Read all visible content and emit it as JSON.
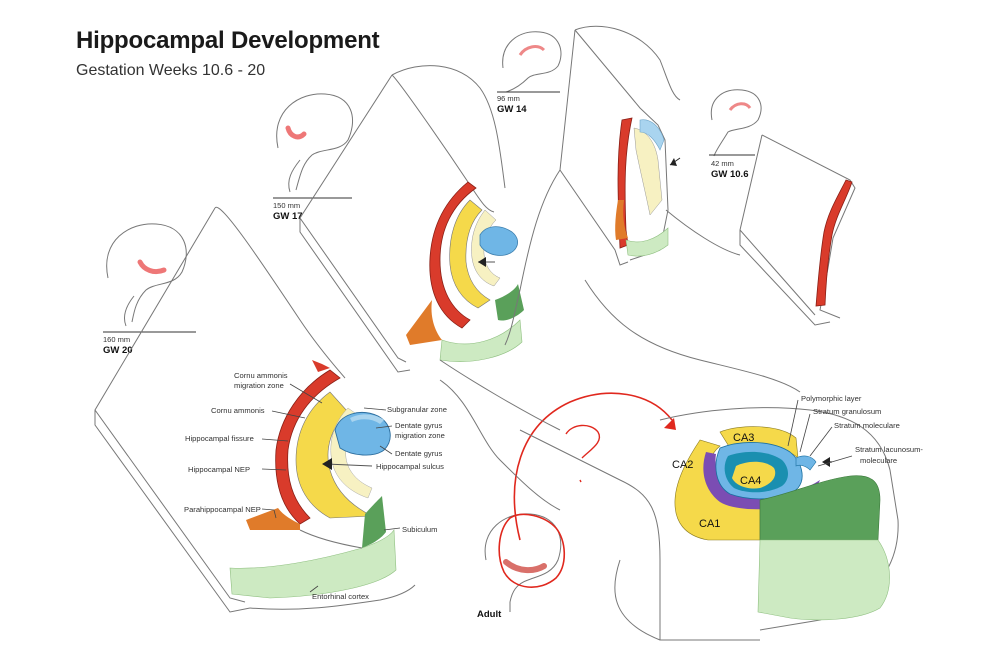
{
  "title": "Hippocampal Development",
  "subtitle": "Gestation Weeks 10.6 - 20",
  "stages": {
    "gw106": {
      "scale": "42 mm",
      "label": "GW 10.6"
    },
    "gw14": {
      "scale": "96 mm",
      "label": "GW 14"
    },
    "gw17": {
      "scale": "150 mm",
      "label": "GW 17"
    },
    "gw20": {
      "scale": "160 mm",
      "label": "GW 20"
    },
    "adult": {
      "label": "Adult"
    }
  },
  "gw20_labels": {
    "cornu_ammonis_migration_zone_1": "Cornu ammonis",
    "cornu_ammonis_migration_zone_2": "migration zone",
    "cornu_ammonis": "Cornu ammonis",
    "hippocampal_fissure": "Hippocampal fissure",
    "hippocampal_nep": "Hippocampal NEP",
    "parahippocampal_nep": "Parahippocampal NEP",
    "subgranular_zone": "Subgranular zone",
    "dentate_gyrus_migration_zone_1": "Dentate gyrus",
    "dentate_gyrus_migration_zone_2": "migration zone",
    "dentate_gyrus": "Dentate gyrus",
    "hippocampal_sulcus": "Hippocampal sulcus",
    "subiculum": "Subiculum",
    "entorhinal_cortex": "Entorhinal cortex"
  },
  "adult_labels": {
    "polymorphic_layer": "Polymorphic layer",
    "stratum_granulosum": "Stratum granulosum",
    "stratum_moleculare": "Stratum moleculare",
    "stratum_lacunosum_1": "Stratum lacunosum-",
    "stratum_lacunosum_2": "moleculare",
    "ca1": "CA1",
    "ca2": "CA2",
    "ca3": "CA3",
    "ca4": "CA4"
  },
  "colors": {
    "neuroepithelium": "#d93b2b",
    "cornu_ammonis": "#f5d94a",
    "migration_zone": "#f7f1c2",
    "dentate_gyrus": "#6fb6e6",
    "subiculum": "#5aa05a",
    "entorhinal_cortex": "#cdeac2",
    "parahippocampal": "#e07b2a",
    "polymorphic": "#7b4db3",
    "granulosum": "#1a8fb0",
    "arrow": "#e0281e"
  }
}
